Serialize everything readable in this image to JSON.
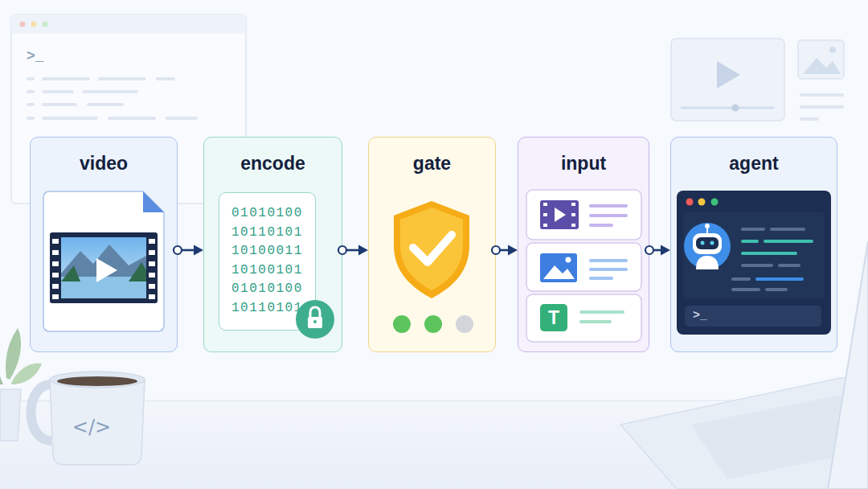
{
  "diagram": {
    "nodes": [
      {
        "text": [
          "video"
        ]
      },
      {
        "text": [
          "encode"
        ]
      },
      {
        "text": [
          "01010100 10110101 10100011 10100101 01010100 10110101"
        ],
        "in": 1
      },
      {
        "text": [
          "gate"
        ]
      },
      {
        "text": [
          "input"
        ]
      },
      {
        "text": [
          "agent"
        ]
      }
    ],
    "edges": [
      {
        "from": 0,
        "to": 1,
        "arrow": "to"
      },
      {
        "from": 1,
        "to": 3,
        "arrow": "to"
      },
      {
        "from": 3,
        "to": 4,
        "arrow": "to"
      },
      {
        "from": 4,
        "to": 5,
        "arrow": "to"
      }
    ],
    "labels": [
      ">_",
      "T",
      ">_",
      "</>"
    ]
  }
}
